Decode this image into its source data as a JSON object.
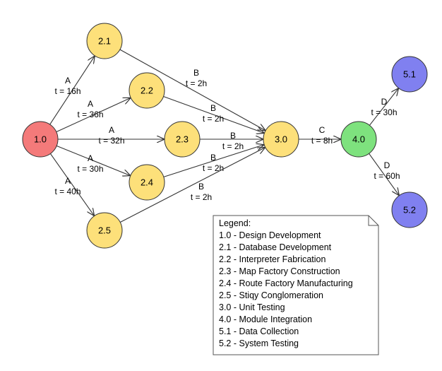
{
  "colors": {
    "start": "#f47a7a",
    "task": "#fde07a",
    "merge": "#fde07a",
    "integration": "#7ee27e",
    "final": "#8080f0",
    "stroke": "#333333",
    "edge": "#333333"
  },
  "nodes": [
    {
      "id": "1.0",
      "label": "1.0",
      "kind": "start"
    },
    {
      "id": "2.1",
      "label": "2.1",
      "kind": "task"
    },
    {
      "id": "2.2",
      "label": "2.2",
      "kind": "task"
    },
    {
      "id": "2.3",
      "label": "2.3",
      "kind": "task"
    },
    {
      "id": "2.4",
      "label": "2.4",
      "kind": "task"
    },
    {
      "id": "2.5",
      "label": "2.5",
      "kind": "task"
    },
    {
      "id": "3.0",
      "label": "3.0",
      "kind": "merge"
    },
    {
      "id": "4.0",
      "label": "4.0",
      "kind": "integration"
    },
    {
      "id": "5.1",
      "label": "5.1",
      "kind": "final"
    },
    {
      "id": "5.2",
      "label": "5.2",
      "kind": "final"
    }
  ],
  "edges": [
    {
      "from": "1.0",
      "to": "2.1",
      "activity": "A",
      "duration": "t = 16h"
    },
    {
      "from": "1.0",
      "to": "2.2",
      "activity": "A",
      "duration": "t = 36h"
    },
    {
      "from": "1.0",
      "to": "2.3",
      "activity": "A",
      "duration": "t = 32h"
    },
    {
      "from": "1.0",
      "to": "2.4",
      "activity": "A",
      "duration": "t = 30h"
    },
    {
      "from": "1.0",
      "to": "2.5",
      "activity": "A",
      "duration": "t = 40h"
    },
    {
      "from": "2.1",
      "to": "3.0",
      "activity": "B",
      "duration": "t = 2h"
    },
    {
      "from": "2.2",
      "to": "3.0",
      "activity": "B",
      "duration": "t = 2h"
    },
    {
      "from": "2.3",
      "to": "3.0",
      "activity": "B",
      "duration": "t = 2h"
    },
    {
      "from": "2.4",
      "to": "3.0",
      "activity": "B",
      "duration": "t = 2h"
    },
    {
      "from": "2.5",
      "to": "3.0",
      "activity": "B",
      "duration": "t = 2h"
    },
    {
      "from": "3.0",
      "to": "4.0",
      "activity": "C",
      "duration": "t = 8h"
    },
    {
      "from": "4.0",
      "to": "5.1",
      "activity": "D",
      "duration": "t = 30h"
    },
    {
      "from": "4.0",
      "to": "5.2",
      "activity": "D",
      "duration": "t = 60h"
    }
  ],
  "legend": {
    "title": "Legend:",
    "entries": [
      "1.0 - Design Development",
      "2.1 - Database Development",
      "2.2 - Interpreter Fabrication",
      "2.3 - Map Factory Construction",
      "2.4 - Route Factory Manufacturing",
      "2.5 - Stiqy Conglomeration",
      "3.0 - Unit Testing",
      "4.0 - Module Integration",
      "5.1 - Data Collection",
      "5.2 - System Testing"
    ]
  }
}
